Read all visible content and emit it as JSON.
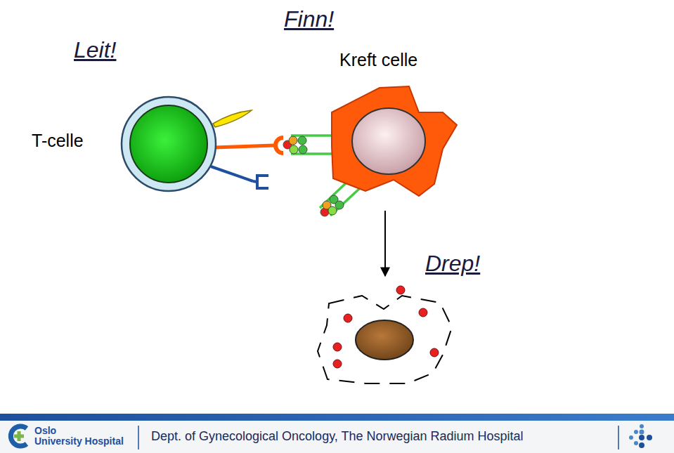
{
  "diagram": {
    "labels": [
      "Finn!",
      "Leit!",
      "Kreft celle",
      "T-celle",
      "Drep!",
      "Oslo",
      "University Hospital",
      "Dept. of Gynecological Oncology, The Norwegian Radium Hospital"
    ]
  }
}
